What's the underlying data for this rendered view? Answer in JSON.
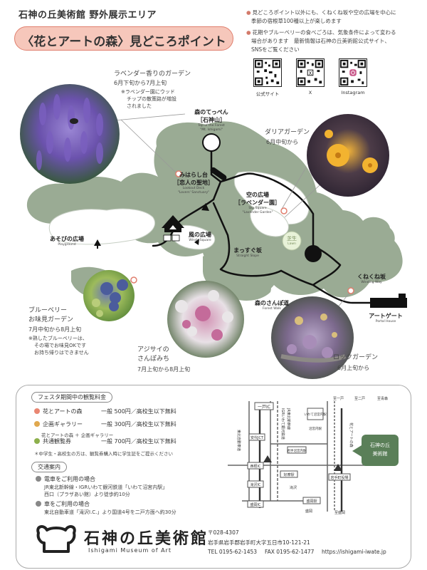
{
  "header": {
    "title": "石神の丘美術館  野外展示エリア",
    "subtitle": "〈花とアートの森〉見どころポイント"
  },
  "notes": [
    "見どころポイント以外にも、くねくね坂や空の広場を中心に",
    "季節の宿根草100種以上が楽しめます",
    "花期やブルーベリーの食べごろは、気象条件によって変わる",
    "場合があります　最新情報は石神の丘美術館公式サイト、",
    "SNSをご覧ください"
  ],
  "qr_codes": [
    {
      "label": "公式サイト"
    },
    {
      "label": "X"
    },
    {
      "label": "Instagram"
    }
  ],
  "spots": {
    "lavender": {
      "title": "ラベンダー香りのガーデン",
      "period": "6月下旬から7月上旬",
      "note1": "※ラベンダー園にウッド",
      "note2": "チップの散策路が増設",
      "note3": "されました"
    },
    "dahlia": {
      "title": "ダリアガーデン",
      "period": "6月中旬から"
    },
    "blueberry": {
      "title1": "ブルーベリー",
      "title2": "お味見ガーデン",
      "period": "7月中旬から8月上旬",
      "note1": "※熟したブルーベリーは、",
      "note2": "その場でお味見OKです",
      "note3": "お持ち帰りはできません"
    },
    "hydrangea": {
      "title1": "アジサイの",
      "title2": "さんぽみち",
      "period": "7月上旬から8月上旬"
    },
    "rock": {
      "title": "ロックガーデン",
      "period": "6月上旬から"
    }
  },
  "map_labels": {
    "summit": "森のてっぺん",
    "summit2": "［石神山］",
    "summit_en1": "Top of the Forest",
    "summit_en2": "\"Mt. Ishigami\"",
    "lookout": "みはらし台",
    "lookout2": "［恋人の聖地］",
    "lookout_en1": "Lookout Deck",
    "lookout_en2": "\"Lovers' Sanctuary\"",
    "sky": "空の広場",
    "sky2": "［ラベンダー園］",
    "sky_en1": "Sky Square",
    "sky_en2": "\"Lavender Garden\"",
    "lawn": "芝生",
    "lawn_en": "Lawn",
    "playground": "あそびの広場",
    "playground_en": "Playground",
    "windy": "風の広場",
    "windy_en": "Windy Square",
    "straight": "まっすぐ坂",
    "straight_en": "Straight Slope",
    "winding": "くねくね坂",
    "winding_en": "Winding Way",
    "forest": "森のさんぽ道",
    "forest_en": "Forest Walk",
    "gate": "アートゲート",
    "gate_en": "Portal House"
  },
  "fees": {
    "heading": "フェスタ期間中の観覧料金",
    "rows": [
      {
        "name": "花とアートの森",
        "price": "一般 500円／高校生以下無料",
        "color": "#e98672"
      },
      {
        "name": "企画ギャラリー",
        "price": "一般 300円／高校生以下無料",
        "color": "#e0a84e"
      },
      {
        "name": "共通観覧券",
        "price": "一般 700円／高校生以下無料",
        "color": "#8db04c"
      }
    ],
    "combo_note": "花とアートの森 ＋ 企画ギャラリー",
    "student_note": "＊中学生・高校生の方は、観覧券購入時に学生証をご提示ください"
  },
  "access": {
    "heading": "交通案内",
    "train_title": "電車をご利用の場合",
    "train1": "JR東北新幹線・IGRいわて銀河鉄道「いわて沼宮内駅」",
    "train2": "西口（プラザあい館）より徒歩約10分",
    "car_title": "車をご利用の場合",
    "car1": "東北自動車道「滝沢I.C.」より国道4号を二戸方面へ約30分"
  },
  "museum": {
    "name": "石神の丘美術館",
    "name_en": "Ishigami Museum of Art",
    "zip": "〒028-4307",
    "address": "岩手県岩手郡岩手町大字五日市10-121-21",
    "tel": "TEL 0195-62-1453",
    "fax": "FAX 0195-62-1477",
    "url": "https://ishigami-iwate.jp"
  },
  "road_map": {
    "roads": [
      "一戸IC",
      "東北自動車道",
      "IGRいわて銀河鉄道",
      "JR東北新幹線",
      "安代JCT",
      "盛岡IC",
      "西根IC",
      "滝沢IC",
      "好摩駅",
      "滝沢",
      "盛岡駅",
      "盛岡",
      "岩手沼宮内駅",
      "いわて沼宮内駅",
      "沼宮内駅",
      "至一戸",
      "至盛岡",
      "至二戸",
      "至青森",
      "花とアートの森",
      "岩手町役場"
    ],
    "museum_badge1": "石神の丘",
    "museum_badge2": "美術館"
  },
  "colors": {
    "accent": "#e07f6e",
    "pill": "#f6c7bb",
    "forest": "#9aab94",
    "path": "#111111"
  }
}
